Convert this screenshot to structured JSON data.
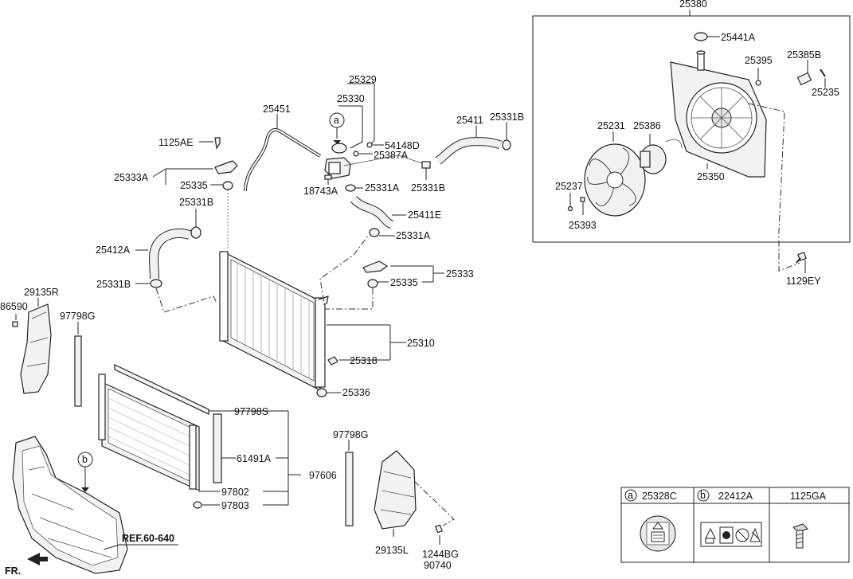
{
  "labels": {
    "l_25380": "25380",
    "l_25441A": "25441A",
    "l_25395": "25395",
    "l_25385B": "25385B",
    "l_25235": "25235",
    "l_25231": "25231",
    "l_25386": "25386",
    "l_25350": "25350",
    "l_25237": "25237",
    "l_25393": "25393",
    "l_1129EY": "1129EY",
    "l_25329": "25329",
    "l_25330": "25330",
    "l_25451": "25451",
    "l_54148D": "54148D",
    "l_25387A": "25387A",
    "l_1125AE": "1125AE",
    "l_25333A": "25333A",
    "l_25335_top": "25335",
    "l_18743A": "18743A",
    "l_25331A_a": "25331A",
    "l_25331B_a": "25331B",
    "l_25411": "25411",
    "l_25331B_b": "25331B",
    "l_25411E": "25411E",
    "l_25331B_c": "25331B",
    "l_25331A_b": "25331A",
    "l_25412A": "25412A",
    "l_25331B_d": "25331B",
    "l_25333": "25333",
    "l_25335_b": "25335",
    "l_29135R": "29135R",
    "l_86590": "86590",
    "l_97798G_a": "97798G",
    "l_25310": "25310",
    "l_25318": "25318",
    "l_25336": "25336",
    "l_97798S": "97798S",
    "l_61491A": "61491A",
    "l_97606": "97606",
    "l_97802": "97802",
    "l_97803": "97803",
    "l_97798G_b": "97798G",
    "l_29135L": "29135L",
    "l_1244BG": "1244BG",
    "l_90740": "90740",
    "l_ref": "REF.60-640",
    "l_fr": "FR.",
    "callout_a": "a",
    "callout_b": "b",
    "callout_b2": "b"
  },
  "legend_table": {
    "headers": [
      {
        "marker": "a",
        "part": "25328C"
      },
      {
        "marker": "b",
        "part": "22412A"
      },
      {
        "marker": "",
        "part": "1125GA"
      }
    ]
  }
}
